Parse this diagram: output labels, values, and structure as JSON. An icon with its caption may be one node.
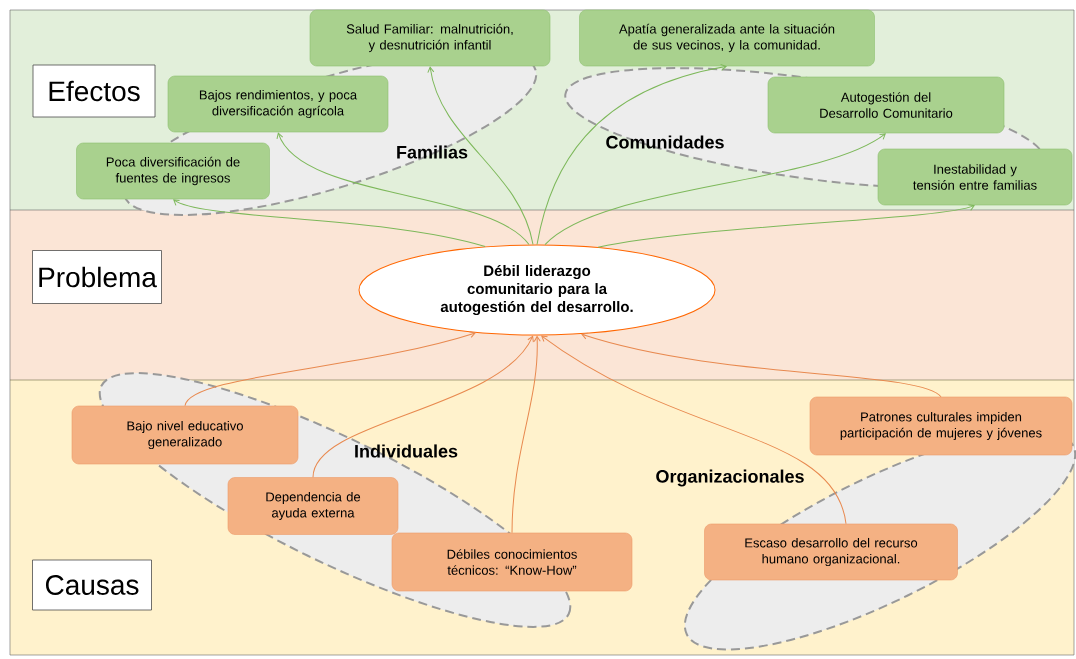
{
  "diagram": {
    "nodes": [
      {
        "text": [
          "Efectos"
        ]
      },
      {
        "text": [
          "Problema"
        ]
      },
      {
        "text": [
          "Causas"
        ]
      },
      {
        "text": [
          "Familias"
        ]
      },
      {
        "text": [
          "Comunidades"
        ]
      },
      {
        "text": [
          "Individuales"
        ]
      },
      {
        "text": [
          "Organizacionales"
        ]
      },
      {
        "text": [
          "Débil liderazgo comunitario para la autogestión del desarrollo."
        ]
      },
      {
        "text": [
          "Salud Familiar: malnutrición, y desnutrición infantil"
        ]
      },
      {
        "text": [
          "Bajos rendimientos, y poca diversificación agrícola"
        ]
      },
      {
        "text": [
          "Poca diversificación de fuentes de ingresos"
        ]
      },
      {
        "text": [
          "Apatía generalizada ante la situación de sus vecinos, y la comunidad."
        ]
      },
      {
        "text": [
          "Autogestión del Desarrollo Comunitario"
        ]
      },
      {
        "text": [
          "Inestabilidad y tensión entre familias"
        ]
      },
      {
        "text": [
          "Bajo nivel educativo generalizado"
        ]
      },
      {
        "text": [
          "Dependencia de ayuda externa"
        ]
      },
      {
        "text": [
          "Débiles conocimientos técnicos: “Know-How”"
        ]
      },
      {
        "text": [
          "Patrones culturales impiden participación de mujeres y jóvenes"
        ]
      },
      {
        "text": [
          "Escaso desarrollo del recurso humano organizacional."
        ]
      }
    ],
    "edges": [
      {
        "from": 7,
        "to": 8,
        "arrow": "to"
      },
      {
        "from": 7,
        "to": 9,
        "arrow": "to"
      },
      {
        "from": 7,
        "to": 10,
        "arrow": "to"
      },
      {
        "from": 7,
        "to": 11,
        "arrow": "to"
      },
      {
        "from": 7,
        "to": 12,
        "arrow": "to"
      },
      {
        "from": 7,
        "to": 13,
        "arrow": "to"
      },
      {
        "from": 14,
        "to": 7,
        "arrow": "to",
        "color": "#e8894f"
      },
      {
        "from": 15,
        "to": 7,
        "arrow": "to",
        "color": "#e8894f"
      },
      {
        "from": 16,
        "to": 7,
        "arrow": "to",
        "color": "#e8894f"
      },
      {
        "from": 17,
        "to": 7,
        "arrow": "to",
        "color": "#e8894f"
      },
      {
        "from": 18,
        "to": 7,
        "arrow": "to",
        "color": "#e8894f"
      }
    ]
  }
}
